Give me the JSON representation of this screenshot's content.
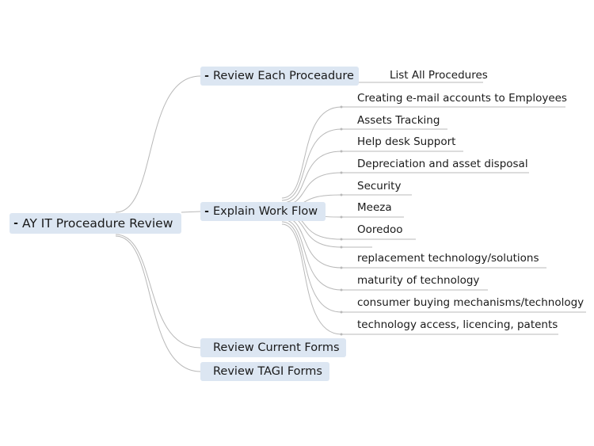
{
  "root": {
    "label": "AY IT Proceadure Review"
  },
  "branches": [
    {
      "label": "Review Each Proceadure",
      "collapsed_marker": "-",
      "children": [
        "List All Procedures"
      ]
    },
    {
      "label": "Explain Work Flow",
      "collapsed_marker": "-",
      "children": [
        "Creating e-mail accounts to Employees",
        "Assets Tracking",
        "Help desk Support",
        "Depreciation and asset disposal",
        "Security",
        "Meeza",
        "Ooredoo",
        "",
        "replacement technology/solutions",
        "maturity of technology",
        "consumer buying mechanisms/technology",
        "technology access, licencing, patents"
      ]
    },
    {
      "label": "Review Current Forms",
      "collapsed_marker": "",
      "children": []
    },
    {
      "label": "Review TAGI Forms",
      "collapsed_marker": "",
      "children": []
    }
  ],
  "root_marker": "-",
  "colors": {
    "node_fill": "#dce6f2",
    "connector": "#b8b8b8",
    "text": "#1a1a1a"
  }
}
